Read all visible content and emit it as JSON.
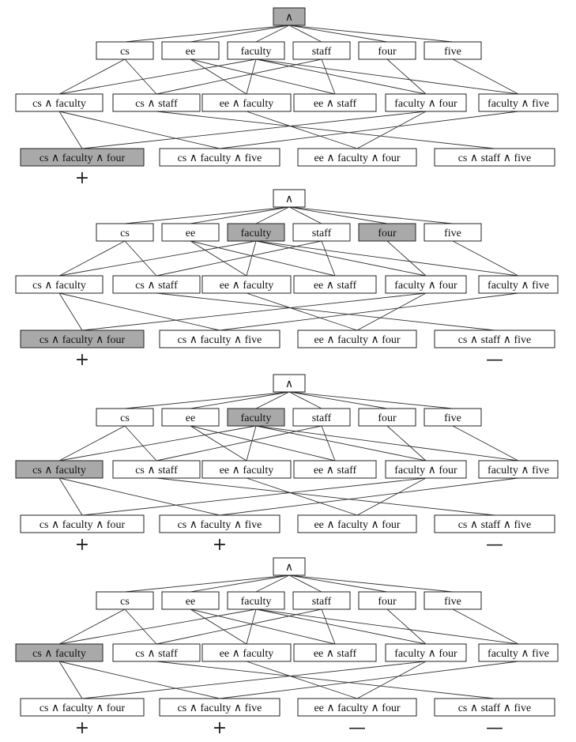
{
  "colors": {
    "highlight": "#a9a9a9",
    "line": "#333333",
    "box": "#ffffff"
  },
  "nodes": {
    "top": "∧",
    "cs": "cs",
    "ee": "ee",
    "faculty": "faculty",
    "staff": "staff",
    "four": "four",
    "five": "five",
    "cs_faculty": "cs ∧ faculty",
    "cs_staff": "cs ∧ staff",
    "ee_faculty": "ee ∧ faculty",
    "ee_staff": "ee ∧ staff",
    "faculty_four": "faculty ∧ four",
    "faculty_five": "faculty ∧ five",
    "cs_faculty_four": "cs ∧ faculty ∧ four",
    "cs_faculty_five": "cs ∧ faculty ∧ five",
    "ee_faculty_four": "ee ∧ faculty ∧ four",
    "cs_staff_five": "cs ∧ staff ∧ five"
  },
  "edges": [
    [
      "top",
      "cs"
    ],
    [
      "top",
      "ee"
    ],
    [
      "top",
      "faculty"
    ],
    [
      "top",
      "staff"
    ],
    [
      "top",
      "four"
    ],
    [
      "top",
      "five"
    ],
    [
      "cs",
      "cs_faculty"
    ],
    [
      "cs",
      "cs_staff"
    ],
    [
      "ee",
      "ee_faculty"
    ],
    [
      "ee",
      "ee_staff"
    ],
    [
      "faculty",
      "cs_faculty"
    ],
    [
      "faculty",
      "ee_faculty"
    ],
    [
      "faculty",
      "faculty_four"
    ],
    [
      "faculty",
      "faculty_five"
    ],
    [
      "staff",
      "cs_staff"
    ],
    [
      "staff",
      "ee_staff"
    ],
    [
      "four",
      "faculty_four"
    ],
    [
      "five",
      "faculty_five"
    ],
    [
      "cs_faculty",
      "cs_faculty_four"
    ],
    [
      "cs_faculty",
      "cs_faculty_five"
    ],
    [
      "cs_staff",
      "cs_staff_five"
    ],
    [
      "ee_faculty",
      "ee_faculty_four"
    ],
    [
      "faculty_four",
      "cs_faculty_four"
    ],
    [
      "faculty_four",
      "ee_faculty_four"
    ],
    [
      "faculty_five",
      "cs_faculty_five"
    ]
  ],
  "panels": [
    {
      "highlighted": [
        "top",
        "cs_faculty_four"
      ],
      "marks": {
        "cs_faculty_four": "+"
      }
    },
    {
      "highlighted": [
        "faculty",
        "four",
        "cs_faculty_four"
      ],
      "marks": {
        "cs_faculty_four": "+",
        "cs_staff_five": "—"
      }
    },
    {
      "highlighted": [
        "faculty",
        "cs_faculty"
      ],
      "marks": {
        "cs_faculty_four": "+",
        "cs_faculty_five": "+",
        "cs_staff_five": "—"
      }
    },
    {
      "highlighted": [
        "cs_faculty"
      ],
      "marks": {
        "cs_faculty_four": "+",
        "cs_faculty_five": "+",
        "ee_faculty_four": "—",
        "cs_staff_five": "—"
      }
    }
  ]
}
